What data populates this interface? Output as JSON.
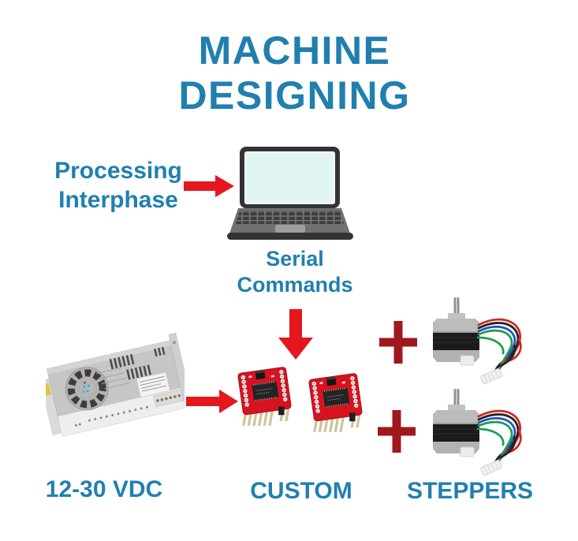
{
  "colors": {
    "text_blue": "#217fb0",
    "arrow_red": "#e5171e",
    "plus_red": "#a0181c",
    "background": "#ffffff"
  },
  "title": {
    "line1": "MACHINE",
    "line2": "DESIGNING"
  },
  "labels": {
    "processing_line1": "Processing",
    "processing_line2": "Interphase",
    "serial_line1": "Serial",
    "serial_line2": "Commands",
    "power": "12-30 VDC",
    "drivers": "CUSTOM",
    "motors": "STEPPERS"
  },
  "icons": {
    "arrow_right": "red-arrow-right",
    "arrow_down": "red-arrow-down",
    "plus": "dark-red-plus",
    "laptop": "laptop-clipart",
    "power_supply": "metal-switching-power-supply-photo",
    "driver_board": "red-stepper-driver-pcb-photo",
    "stepper_motor": "nema17-stepper-motor-with-wires-photo"
  }
}
